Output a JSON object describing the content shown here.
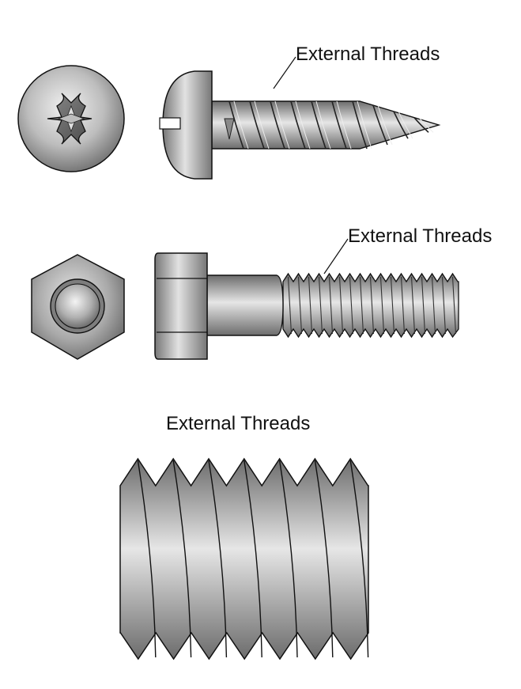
{
  "labels": {
    "wood_screw_threads": "External Threads",
    "cap_screw_threads": "External Threads",
    "thread_closeup": "External Threads"
  },
  "colors": {
    "metal_light": "#e6e6e6",
    "metal_mid": "#a8a8a8",
    "metal_dark": "#555555",
    "outline": "#111111"
  },
  "icons": {
    "phillips_head": "phillips-head-icon",
    "hex_socket": "hex-socket-icon"
  }
}
